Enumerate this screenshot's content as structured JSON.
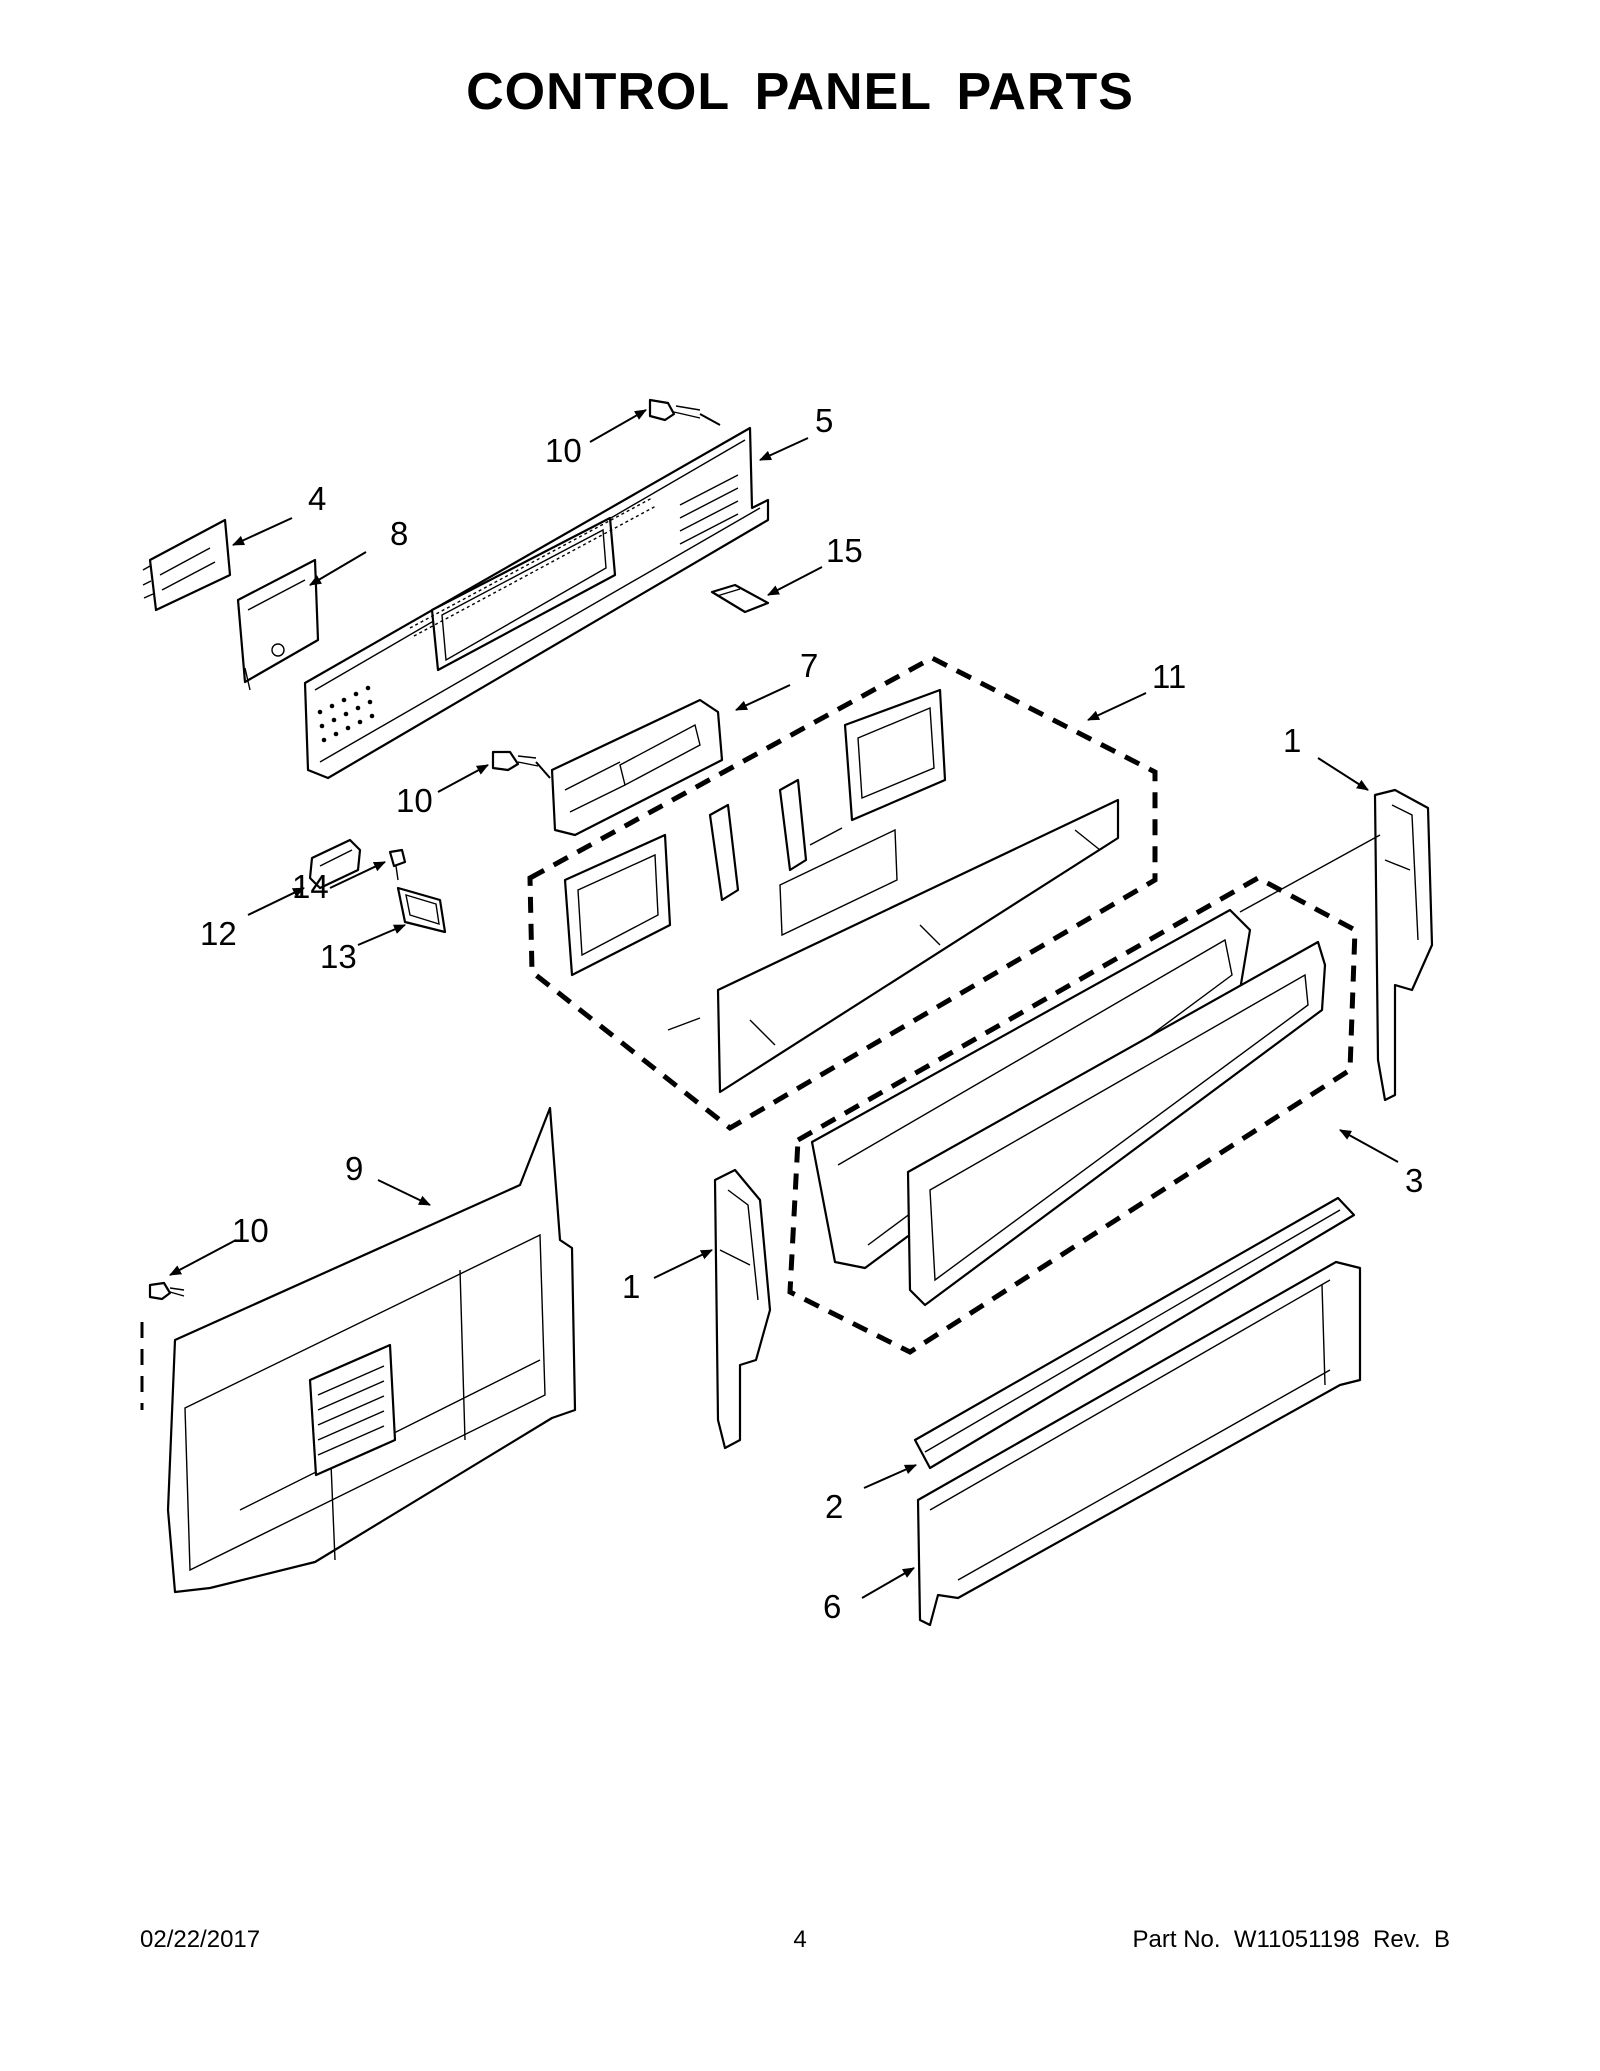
{
  "page": {
    "title": "CONTROL PANEL PARTS",
    "date": "02/22/2017",
    "page_number": "4",
    "part_number": "Part No.  W11051198  Rev.  B"
  },
  "callouts": [
    {
      "id": "c10a",
      "label": "10"
    },
    {
      "id": "c5",
      "label": "5"
    },
    {
      "id": "c4",
      "label": "4"
    },
    {
      "id": "c8",
      "label": "8"
    },
    {
      "id": "c15",
      "label": "15"
    },
    {
      "id": "c7",
      "label": "7"
    },
    {
      "id": "c11",
      "label": "11"
    },
    {
      "id": "c1a",
      "label": "1"
    },
    {
      "id": "c10b",
      "label": "10"
    },
    {
      "id": "c12",
      "label": "12"
    },
    {
      "id": "c14",
      "label": "14"
    },
    {
      "id": "c13",
      "label": "13"
    },
    {
      "id": "c9",
      "label": "9"
    },
    {
      "id": "c3",
      "label": "3"
    },
    {
      "id": "c10c",
      "label": "10"
    },
    {
      "id": "c1b",
      "label": "1"
    },
    {
      "id": "c2",
      "label": "2"
    },
    {
      "id": "c6",
      "label": "6"
    }
  ]
}
